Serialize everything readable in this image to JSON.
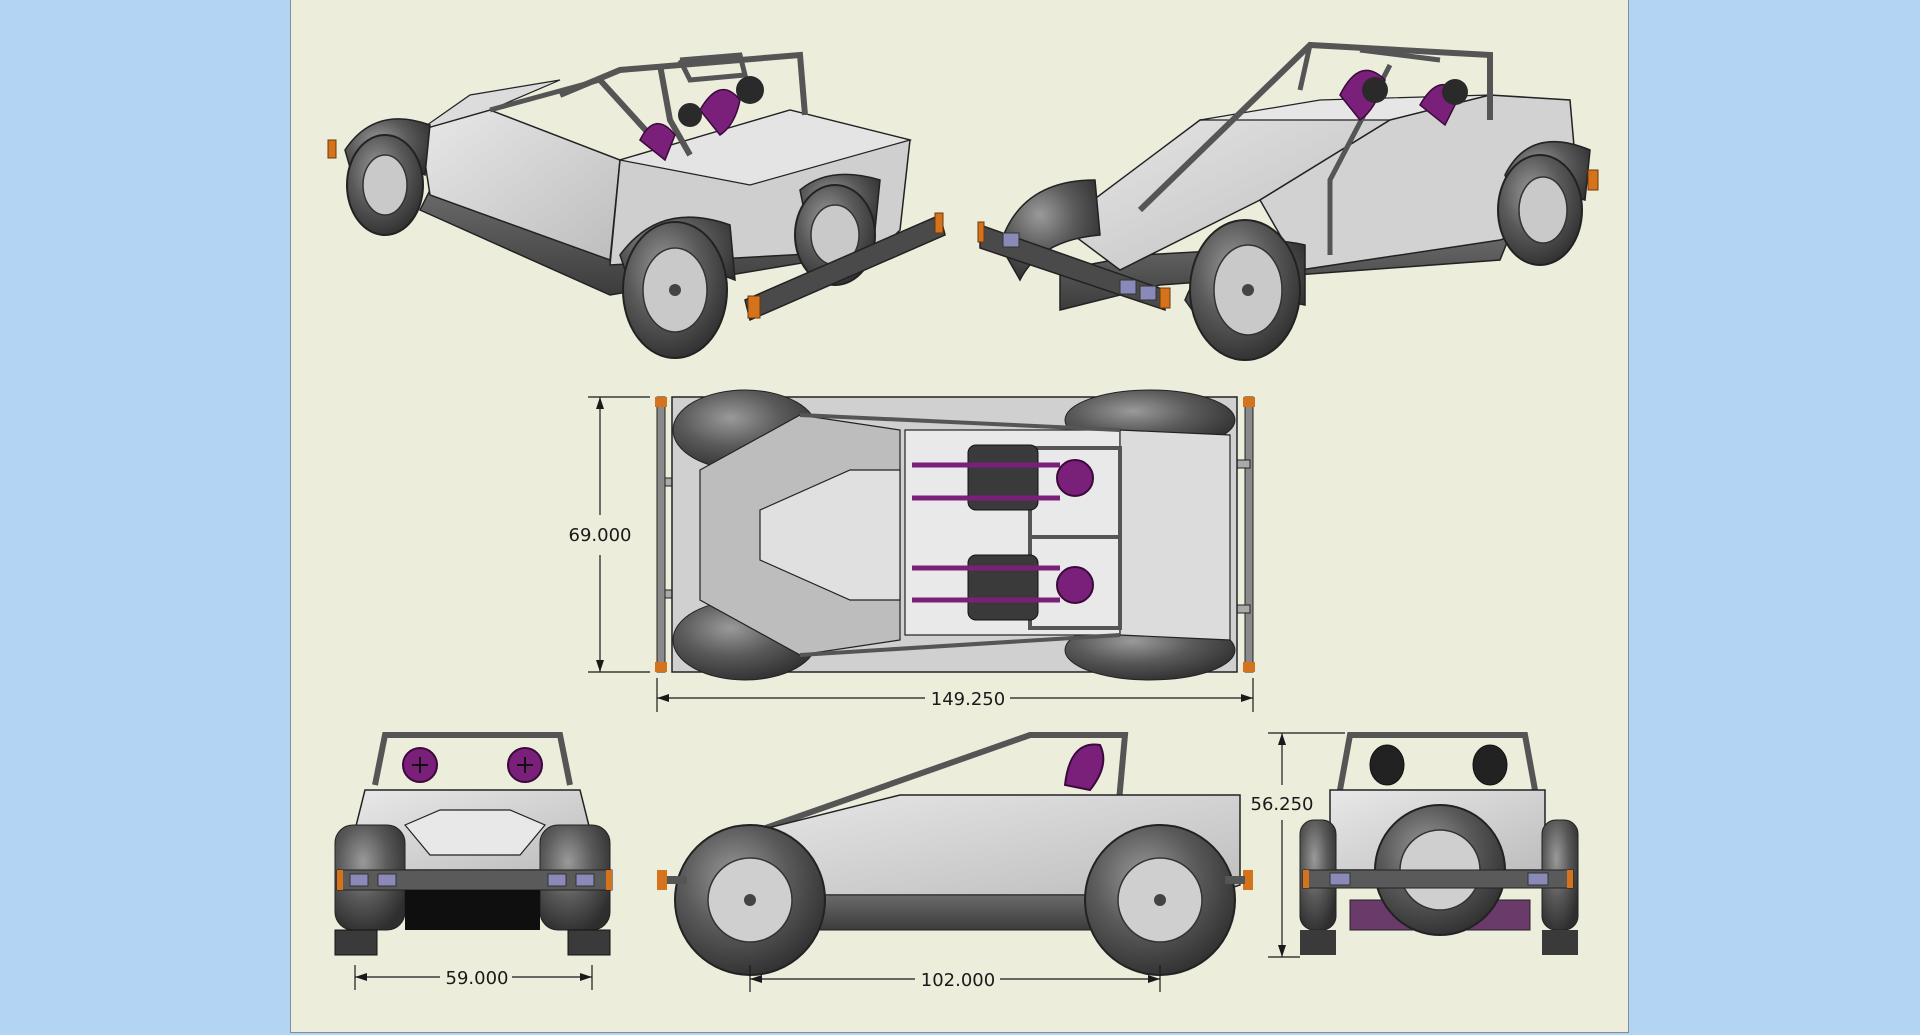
{
  "dimensions": {
    "width": "69.000",
    "length": "149.250",
    "track": "59.000",
    "wheelbase": "102.000",
    "height": "56.250"
  },
  "colors": {
    "background": "#b4d4f4",
    "sheet": "#ededdc",
    "body": "#d6d6d6",
    "frame": "#555555",
    "tire": "#5a5a5a",
    "seat_accent": "#7a1f7a",
    "lamp": "#d5721c",
    "dim_line": "#1a1a1a"
  },
  "views": [
    "iso-rear-left",
    "iso-front-right",
    "top",
    "front",
    "side",
    "rear"
  ]
}
